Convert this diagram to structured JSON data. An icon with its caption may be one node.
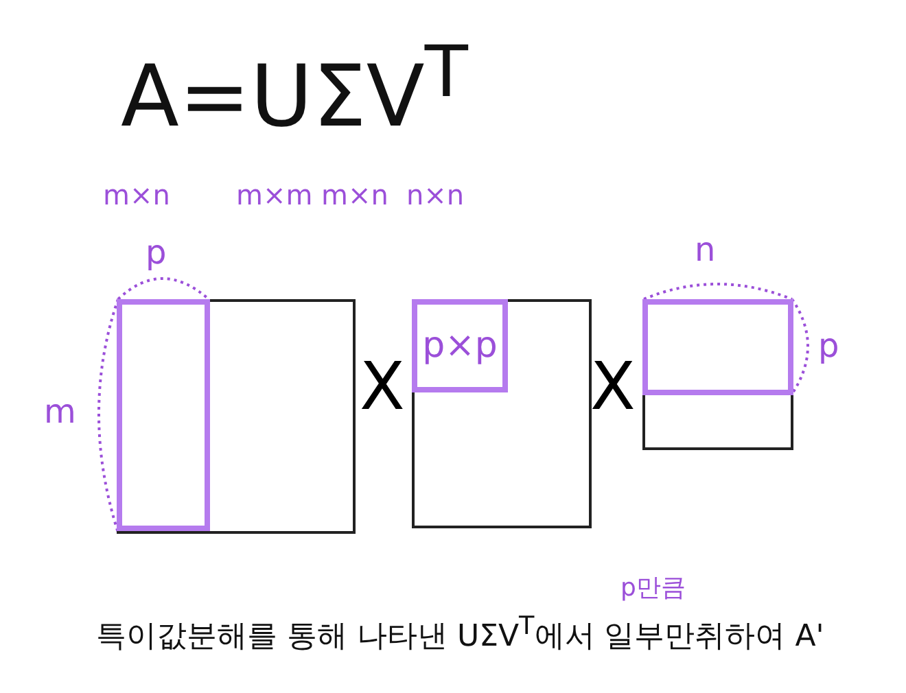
{
  "diagram": {
    "title": "A=UΣV$^{T}$",
    "caption": "특이값분해를 통해 나타낸 UΣV$^{T}$에서 일부만취하여 A'",
    "nodes": [
      {
        "text": [],
        "shape": "box"
      },
      {
        "text": [],
        "shape": "box",
        "in": 0
      },
      {
        "text": [],
        "shape": "box"
      },
      {
        "text": [
          "p×p"
        ],
        "in": 2
      },
      {
        "text": [],
        "shape": "box"
      },
      {
        "text": [],
        "shape": "box",
        "in": 4
      }
    ],
    "labels": [
      "m×n",
      "m×m",
      "m×n",
      "n×n",
      "p",
      "n",
      "p",
      "X",
      "X",
      "m",
      "p만큼"
    ]
  }
}
